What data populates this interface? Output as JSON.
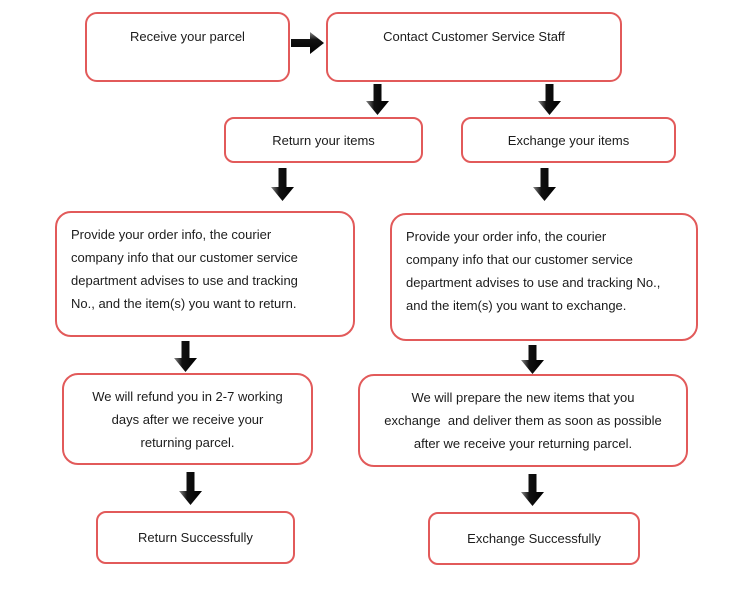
{
  "diagram": {
    "type": "flowchart",
    "box_border_color": "#e25a5a",
    "arrow_color": "#111111",
    "nodes": {
      "receive_parcel": {
        "label": "Receive your parcel"
      },
      "contact_customer_service": {
        "label": "Contact Customer Service Staff"
      },
      "return_your_items": {
        "label": "Return your items"
      },
      "exchange_your_items": {
        "label": "Exchange your items"
      },
      "return_instructions": {
        "text": "Provide your order info, the courier\ncompany info that our customer service\ndepartment advises to use and tracking\nNo., and the item(s) you want to return."
      },
      "exchange_instructions": {
        "text": "Provide your order info, the courier\ncompany info that our customer service\ndepartment advises to use and tracking No.,\nand the item(s) you want to exchange."
      },
      "refund_timeline": {
        "text": "We will refund you in 2-7 working\ndays after we receive your\nreturning parcel."
      },
      "prepare_new_items": {
        "text": "We will prepare the new items that you\nexchange  and deliver them as soon as possible\nafter we receive your returning parcel."
      },
      "return_success": {
        "label": "Return Successfully"
      },
      "exchange_success": {
        "label": "Exchange Successfully"
      }
    },
    "edges": [
      "receive_parcel -> contact_customer_service",
      "contact_customer_service -> return_your_items",
      "contact_customer_service -> exchange_your_items",
      "return_your_items -> return_instructions",
      "exchange_your_items -> exchange_instructions",
      "return_instructions -> refund_timeline",
      "exchange_instructions -> prepare_new_items",
      "refund_timeline -> return_success",
      "prepare_new_items -> exchange_success"
    ]
  }
}
